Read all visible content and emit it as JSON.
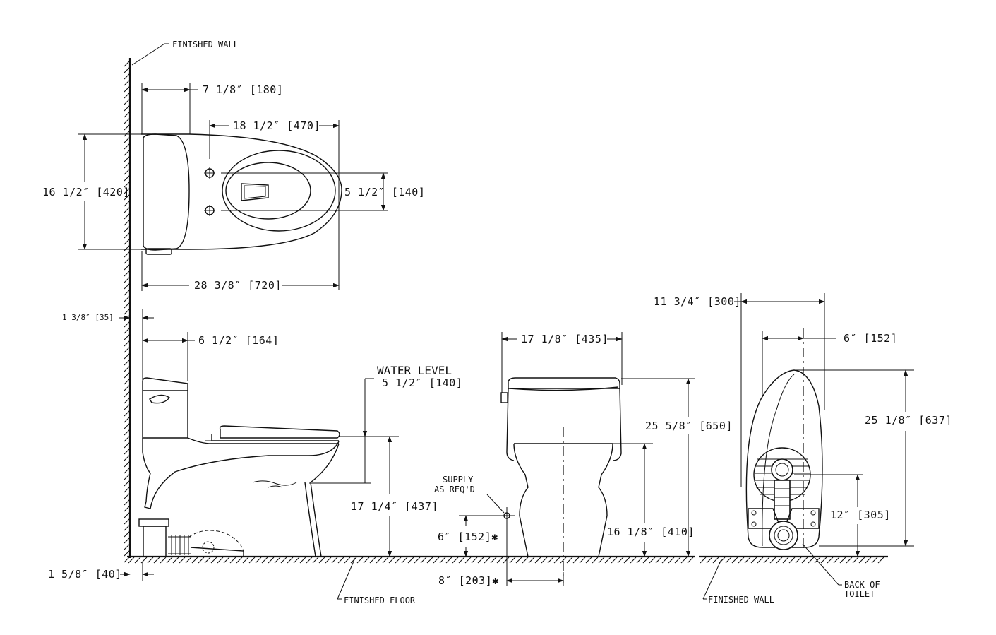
{
  "labels": {
    "finished_wall_top": "FINISHED WALL",
    "finished_wall_right": "FINISHED WALL",
    "finished_floor": "FINISHED FLOOR",
    "water_level_title": "WATER LEVEL",
    "water_level_value": "5 1/2″ [140]",
    "supply_line1": "SUPPLY",
    "supply_line2": "AS REQ'D",
    "back_of_toilet_line1": "BACK OF",
    "back_of_toilet_line2": "TOILET"
  },
  "dimensions": {
    "wall_to_outlet": "7 1/8″ [180]",
    "outlet_to_front": "18 1/2″ [470]",
    "tank_width": "16 1/2″ [420]",
    "bolt_spacing": "5 1/2″ [140]",
    "overall_length": "28 3/8″ [720]",
    "wall_gap": "1 3/8″ [35]",
    "tank_depth": "6 1/2″ [164]",
    "rim_height": "17 1/4″ [437]",
    "floor_gap": "1 5/8″ [40]",
    "front_width": "17 1/8″ [435]",
    "front_height": "25 5/8″ [650]",
    "bowl_height": "16 1/8″ [410]",
    "supply_height": "6″ [152]✱",
    "supply_offset": "8″ [203]✱",
    "rear_width": "11 3/4″ [300]",
    "rear_outlet": "6″ [152]",
    "rear_height": "25 1/8″ [637]",
    "rough_in": "12″ [305]"
  }
}
